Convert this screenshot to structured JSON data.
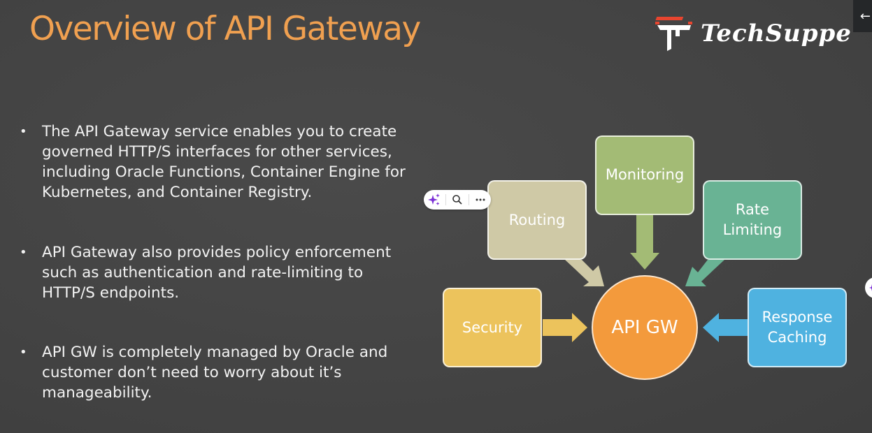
{
  "slide": {
    "title": "Overview of API Gateway",
    "logo_text": "TechSuppe",
    "bullets": [
      "The API Gateway service enables you to create governed HTTP/S interfaces for other services, including Oracle Functions, Container Engine for Kubernetes, and Container Registry.",
      "API Gateway also provides policy enforcement such as authentication and rate-limiting to HTTP/S endpoints.",
      "API GW is completely managed by Oracle and customer don’t need to worry about it’s manageability."
    ],
    "bullet_glyph": "•"
  },
  "diagram": {
    "center": {
      "label": "API GW",
      "color": "#f39a3c"
    },
    "nodes": [
      {
        "id": "routing",
        "label": "Routing",
        "color": "#cfc9a6"
      },
      {
        "id": "monitoring",
        "label": "Monitoring",
        "color": "#a3bb75"
      },
      {
        "id": "rate-limiting",
        "label": "Rate Limiting",
        "color": "#69b394"
      },
      {
        "id": "security",
        "label": "Security",
        "color": "#ecc35c"
      },
      {
        "id": "response-caching",
        "label": "Response Caching",
        "color": "#4fb2e0"
      }
    ]
  },
  "overlay": {
    "toolbar": {
      "ai_icon": "sparkle-icon",
      "search_icon": "search-icon",
      "more_icon": "more-icon"
    },
    "corner_button_glyph": "←"
  },
  "colors": {
    "title": "#f0a050",
    "background": "#444444",
    "logo_red": "#e8452f"
  }
}
